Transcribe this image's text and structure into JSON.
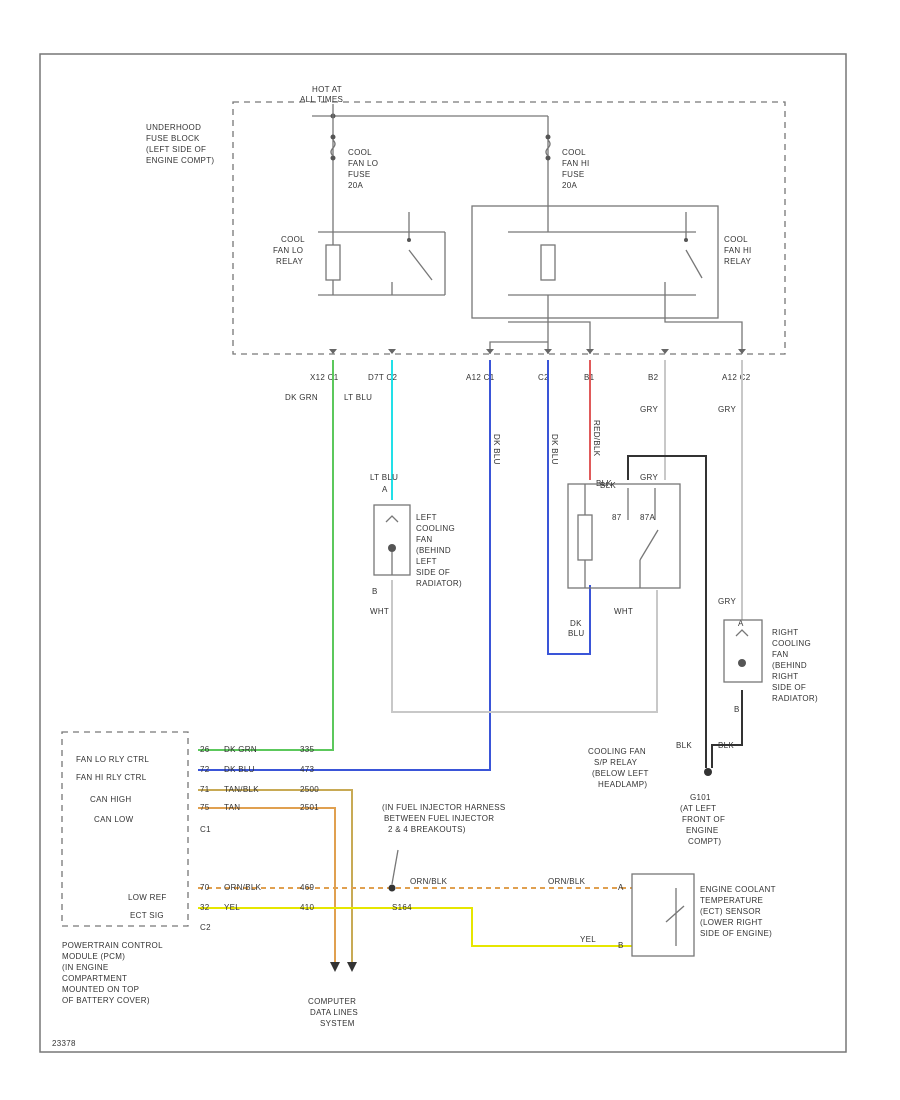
{
  "wire_colors": {
    "dk_grn": "#5cc85c",
    "lt_blu": "#22e0e8",
    "dk_blu": "#3a55d8",
    "red": "#e05a5a",
    "gry": "#c8c8c8",
    "blk": "#333333",
    "orn": "#e0a050",
    "tan": "#c8aa55",
    "yel": "#e6e600"
  },
  "power": {
    "hot": "HOT AT",
    "hot2": "ALL TIMES"
  },
  "fuse_block": [
    "UNDERHOOD",
    "FUSE BLOCK",
    "(LEFT SIDE OF",
    "ENGINE COMPT)"
  ],
  "fuses": {
    "lo": [
      "COOL",
      "FAN LO",
      "FUSE",
      "20A"
    ],
    "hi": [
      "COOL",
      "FAN HI",
      "FUSE",
      "20A"
    ]
  },
  "relays": {
    "lo": [
      "COOL",
      "FAN LO",
      "RELAY"
    ],
    "hi": [
      "COOL",
      "FAN HI",
      "RELAY"
    ]
  },
  "connectors": {
    "c1": "X12  C1",
    "c2": "D7T  C2",
    "c3": "A12  C1",
    "c4": "C2",
    "c5": "B1",
    "c6": "B2",
    "c7": "A12  C2"
  },
  "wire_labels": {
    "dk_grn": "DK GRN",
    "lt_blu": "LT BLU",
    "lt_blu2": "LT BLU",
    "gry1": "GRY",
    "gry2": "GRY",
    "gry3": "GRY",
    "dk_blu_v1": "DK BLU",
    "dk_blu_v2": "DK BLU",
    "red_v": "RED/BLK",
    "dk_blu_b": "DK",
    "dk_blu_b2": "BLU",
    "blk": "BLK",
    "blk2": "BLK",
    "blk3": "BLK",
    "wht1": "WHT",
    "wht2": "WHT",
    "b_left": "B",
    "b_right": "B",
    "a_label": "A",
    "a_label2": "A"
  },
  "left_fan": [
    "LEFT",
    "COOLING",
    "FAN",
    "(BEHIND",
    "LEFT",
    "SIDE OF",
    "RADIATOR)"
  ],
  "right_fan": [
    "RIGHT",
    "COOLING",
    "FAN",
    "(BEHIND",
    "RIGHT",
    "SIDE OF",
    "RADIATOR)"
  ],
  "sp_relay": {
    "pins": [
      "87",
      "87A"
    ],
    "top_pins": [
      "BLK",
      "GRY"
    ],
    "label": [
      "COOLING FAN",
      "S/P RELAY",
      "(BELOW LEFT",
      "HEADLAMP)"
    ]
  },
  "ground": [
    "G101",
    "(AT LEFT",
    "FRONT OF",
    "ENGINE",
    "COMPT)"
  ],
  "pcm": {
    "rows": [
      {
        "name": "FAN LO RLY CTRL",
        "pin": "26",
        "wire": "DK GRN",
        "circuit": "335"
      },
      {
        "name": "FAN HI RLY CTRL",
        "pin": "72",
        "wire": "DK BLU",
        "circuit": "473"
      },
      {
        "name": "CAN HIGH",
        "pin": "71",
        "wire": "TAN/BLK",
        "circuit": "2500"
      },
      {
        "name": "CAN LOW",
        "pin": "75",
        "wire": "TAN",
        "circuit": "2501"
      }
    ],
    "c1_label": "C1",
    "low_ref": {
      "name": "LOW REF",
      "pin": "70",
      "wire": "ORN/BLK",
      "circuit": "469"
    },
    "ect_sig": {
      "name": "ECT SIG",
      "pin": "32",
      "wire": "YEL",
      "circuit": "410"
    },
    "c2_label": "C2",
    "label": [
      "POWERTRAIN CONTROL",
      "MODULE (PCM)",
      "(IN ENGINE",
      "COMPARTMENT",
      "MOUNTED ON TOP",
      "OF BATTERY COVER)"
    ]
  },
  "splice": {
    "id": "S164",
    "label": [
      "(IN FUEL INJECTOR HARNESS",
      "BETWEEN FUEL INJECTOR",
      "2 & 4 BREAKOUTS)"
    ],
    "orn_right": "ORN/BLK",
    "orn_mid": "ORN/BLK",
    "yel_right": "YEL"
  },
  "ect_sensor": {
    "pins": [
      "A",
      "B"
    ],
    "label": [
      "ENGINE COOLANT",
      "TEMPERATURE",
      "(ECT) SENSOR",
      "(LOWER RIGHT",
      "SIDE OF ENGINE)"
    ]
  },
  "data_link": [
    "COMPUTER",
    "DATA LINES",
    "SYSTEM"
  ],
  "diagram_id": "23378"
}
